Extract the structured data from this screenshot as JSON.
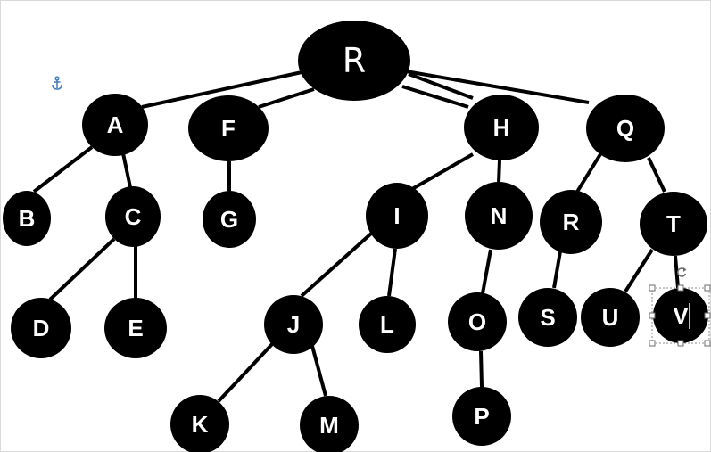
{
  "diagram": {
    "type": "tree",
    "colors": {
      "background": "#ffffff",
      "node_fill": "#000000",
      "node_text": "#ffffff",
      "edge": "#000000",
      "anchor_icon": "#4a7fc1",
      "selection": "#8a8a8a"
    },
    "nodes": [
      {
        "id": "R",
        "label": "R"
      },
      {
        "id": "A",
        "label": "A"
      },
      {
        "id": "F",
        "label": "F"
      },
      {
        "id": "H",
        "label": "H"
      },
      {
        "id": "Q",
        "label": "Q"
      },
      {
        "id": "B",
        "label": "B"
      },
      {
        "id": "C",
        "label": "C"
      },
      {
        "id": "G",
        "label": "G"
      },
      {
        "id": "I",
        "label": "I"
      },
      {
        "id": "N",
        "label": "N"
      },
      {
        "id": "R2",
        "label": "R"
      },
      {
        "id": "T",
        "label": "T"
      },
      {
        "id": "D",
        "label": "D"
      },
      {
        "id": "E",
        "label": "E"
      },
      {
        "id": "J",
        "label": "J"
      },
      {
        "id": "L",
        "label": "L"
      },
      {
        "id": "O",
        "label": "O"
      },
      {
        "id": "S",
        "label": "S"
      },
      {
        "id": "U",
        "label": "U"
      },
      {
        "id": "V",
        "label": "V"
      },
      {
        "id": "K",
        "label": "K"
      },
      {
        "id": "M",
        "label": "M"
      },
      {
        "id": "P",
        "label": "P"
      }
    ],
    "edges": [
      [
        "R",
        "A"
      ],
      [
        "R",
        "F"
      ],
      [
        "R",
        "H"
      ],
      [
        "R",
        "H"
      ],
      [
        "R",
        "Q"
      ],
      [
        "A",
        "B"
      ],
      [
        "A",
        "C"
      ],
      [
        "C",
        "D"
      ],
      [
        "C",
        "E"
      ],
      [
        "F",
        "G"
      ],
      [
        "H",
        "I"
      ],
      [
        "H",
        "N"
      ],
      [
        "I",
        "J"
      ],
      [
        "I",
        "L"
      ],
      [
        "J",
        "K"
      ],
      [
        "J",
        "M"
      ],
      [
        "N",
        "O"
      ],
      [
        "O",
        "P"
      ],
      [
        "Q",
        "R2"
      ],
      [
        "Q",
        "T"
      ],
      [
        "R2",
        "S"
      ],
      [
        "T",
        "U"
      ],
      [
        "T",
        "V"
      ]
    ],
    "selected_node": "V",
    "icons": [
      "anchor-icon",
      "rotate-handle-icon"
    ]
  }
}
